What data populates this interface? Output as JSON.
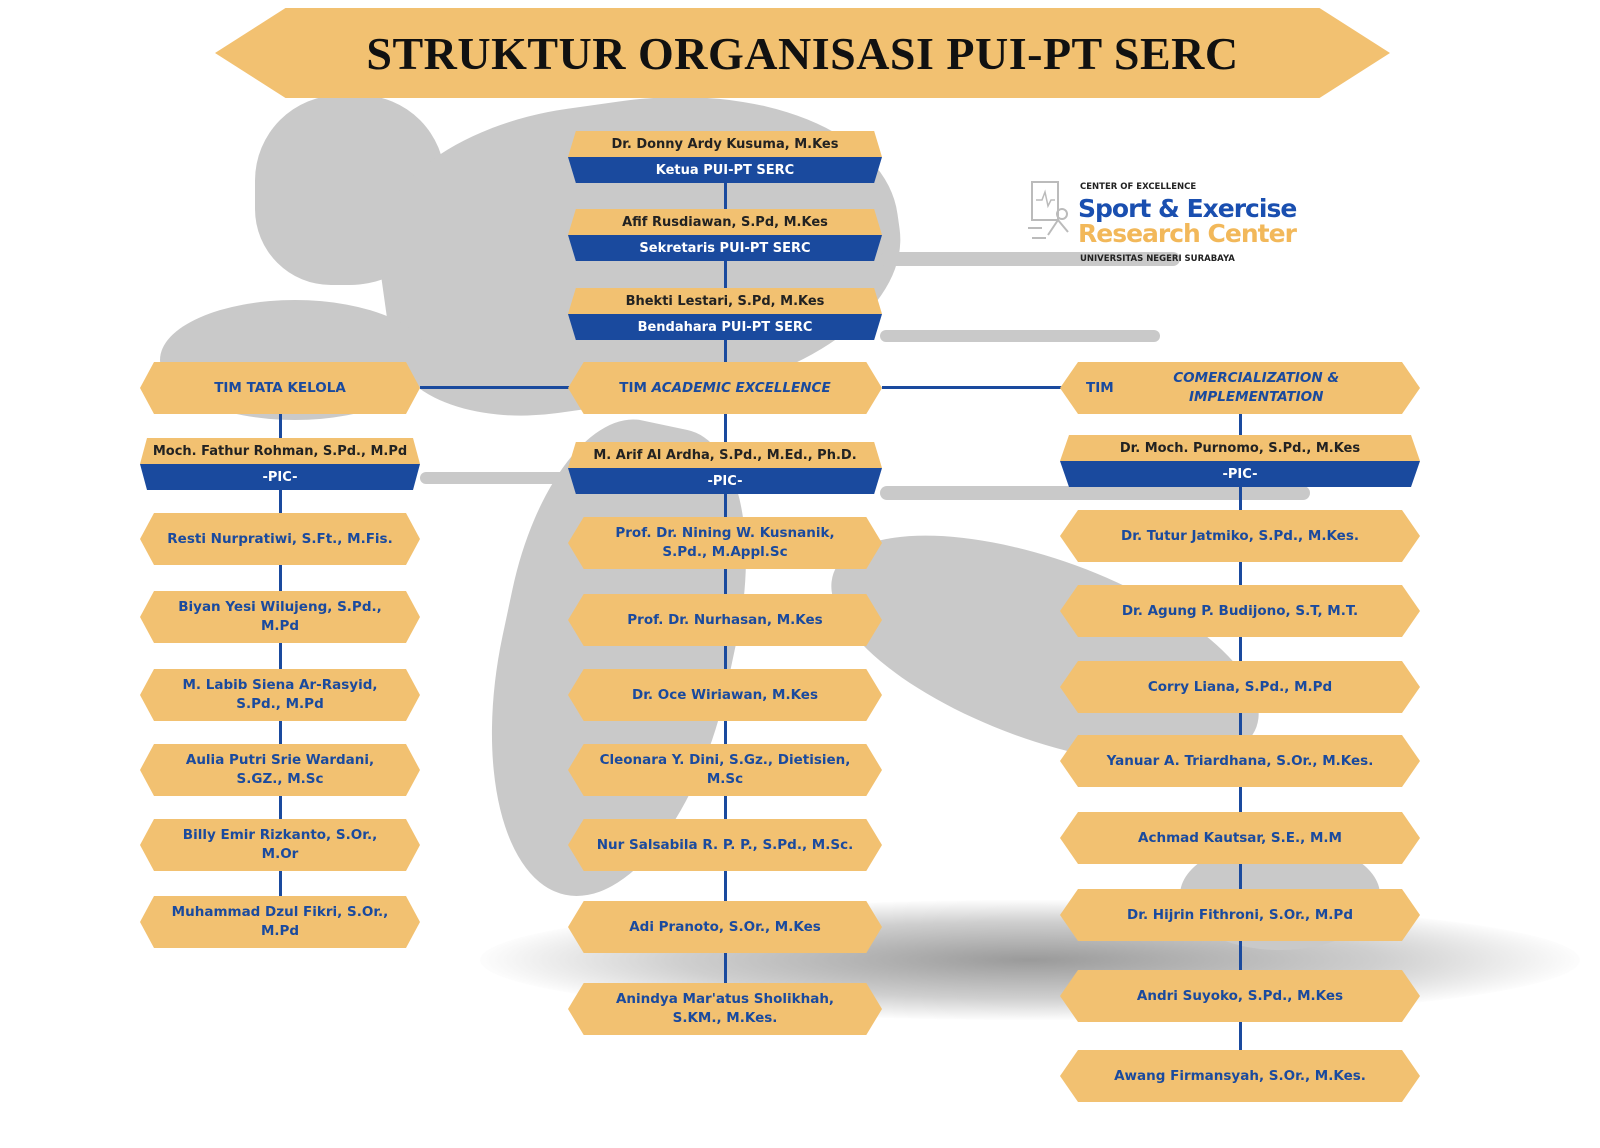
{
  "title": "STRUKTUR ORGANISASI PUI-PT SERC",
  "logo": {
    "tagline": "CENTER OF EXCELLENCE",
    "line1": "Sport & Exercise",
    "line2": "Research Center",
    "university": "UNIVERSITAS NEGERI SURABAYA"
  },
  "leadership": [
    {
      "name": "Dr. Donny Ardy Kusuma, M.Kes",
      "role": "Ketua PUI-PT SERC"
    },
    {
      "name": "Afif Rusdiawan, S.Pd, M.Kes",
      "role": "Sekretaris PUI-PT SERC"
    },
    {
      "name": "Bhekti Lestari, S.Pd, M.Kes",
      "role": "Bendahara PUI-PT SERC"
    }
  ],
  "teams": [
    {
      "title_prefix": "TIM ",
      "title_italic": "",
      "title_plain": "TATA KELOLA",
      "pic": {
        "name": "Moch. Fathur Rohman, S.Pd., M.Pd",
        "role": "-PIC-"
      },
      "members": [
        "Resti Nurpratiwi, S.Ft., M.Fis.",
        "Biyan Yesi Wilujeng, S.Pd., M.Pd",
        "M. Labib Siena Ar-Rasyid, S.Pd., M.Pd",
        "Aulia Putri Srie Wardani, S.GZ., M.Sc",
        "Billy Emir Rizkanto, S.Or., M.Or",
        "Muhammad Dzul Fikri, S.Or., M.Pd"
      ]
    },
    {
      "title_prefix": "TIM ",
      "title_italic": "ACADEMIC EXCELLENCE",
      "title_plain": "",
      "pic": {
        "name": "M. Arif Al Ardha, S.Pd., M.Ed., Ph.D.",
        "role": "-PIC-"
      },
      "members": [
        "Prof. Dr. Nining W. Kusnanik, S.Pd., M.Appl.Sc",
        "Prof. Dr. Nurhasan, M.Kes",
        "Dr. Oce Wiriawan, M.Kes",
        "Cleonara Y. Dini, S.Gz., Dietisien, M.Sc",
        "Nur Salsabila R. P. P., S.Pd., M.Sc.",
        "Adi Pranoto, S.Or., M.Kes",
        "Anindya Mar'atus Sholikhah, S.KM., M.Kes."
      ]
    },
    {
      "title_prefix": "TIM ",
      "title_italic": "COMERCIALIZATION & IMPLEMENTATION",
      "title_plain": "",
      "pic": {
        "name": "Dr. Moch. Purnomo, S.Pd., M.Kes",
        "role": "-PIC-"
      },
      "members": [
        "Dr. Tutur Jatmiko, S.Pd., M.Kes.",
        "Dr. Agung P. Budijono, S.T, M.T.",
        "Corry Liana, S.Pd., M.Pd",
        "Yanuar A. Triardhana, S.Or., M.Kes.",
        "Achmad Kautsar, S.E., M.M",
        "Dr. Hijrin Fithroni, S.Or., M.Pd",
        "Andri Suyoko, S.Pd., M.Kes",
        "Awang Firmansyah, S.Or., M.Kes."
      ]
    }
  ],
  "colors": {
    "tan": "#f2c171",
    "blue": "#1a4a9e",
    "silhouette": "#c9c9c9"
  }
}
